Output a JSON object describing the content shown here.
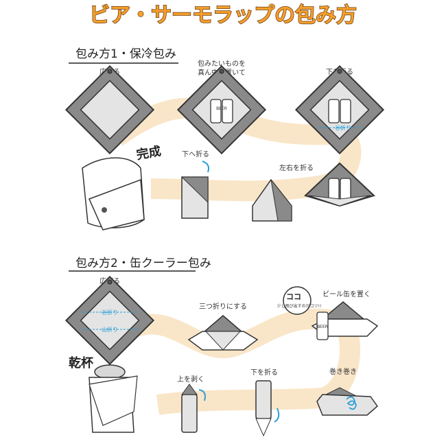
{
  "title": "ビア・サーモラップの包み方",
  "method1": {
    "heading": "包み方1・保冷包み",
    "steps": [
      "広げる",
      "包みたいものを",
      "真ん中に置いて",
      "下を折る",
      "左右を折る",
      "下へ折る",
      "完成"
    ],
    "fold_label": "谷折り",
    "can_label": "BEER"
  },
  "method2": {
    "heading": "包み方2・缶クーラー包み",
    "steps": [
      "広げる",
      "三つ折りにする",
      "ビール缶を置く",
      "巻き巻き",
      "下を折る",
      "上を剥く",
      "乾杯"
    ],
    "valley_fold": "谷折り",
    "mountain_fold": "山折り",
    "bubble_title": "ココ",
    "bubble_text": "少し飛び出すのがコツ!!",
    "can_label": "BEER"
  },
  "colors": {
    "accent": "#f5a02a",
    "band": "#f9e6c8",
    "frame": "#8a8a8a",
    "inner": "#e0e0e0",
    "fold": "#2a9fd8"
  }
}
